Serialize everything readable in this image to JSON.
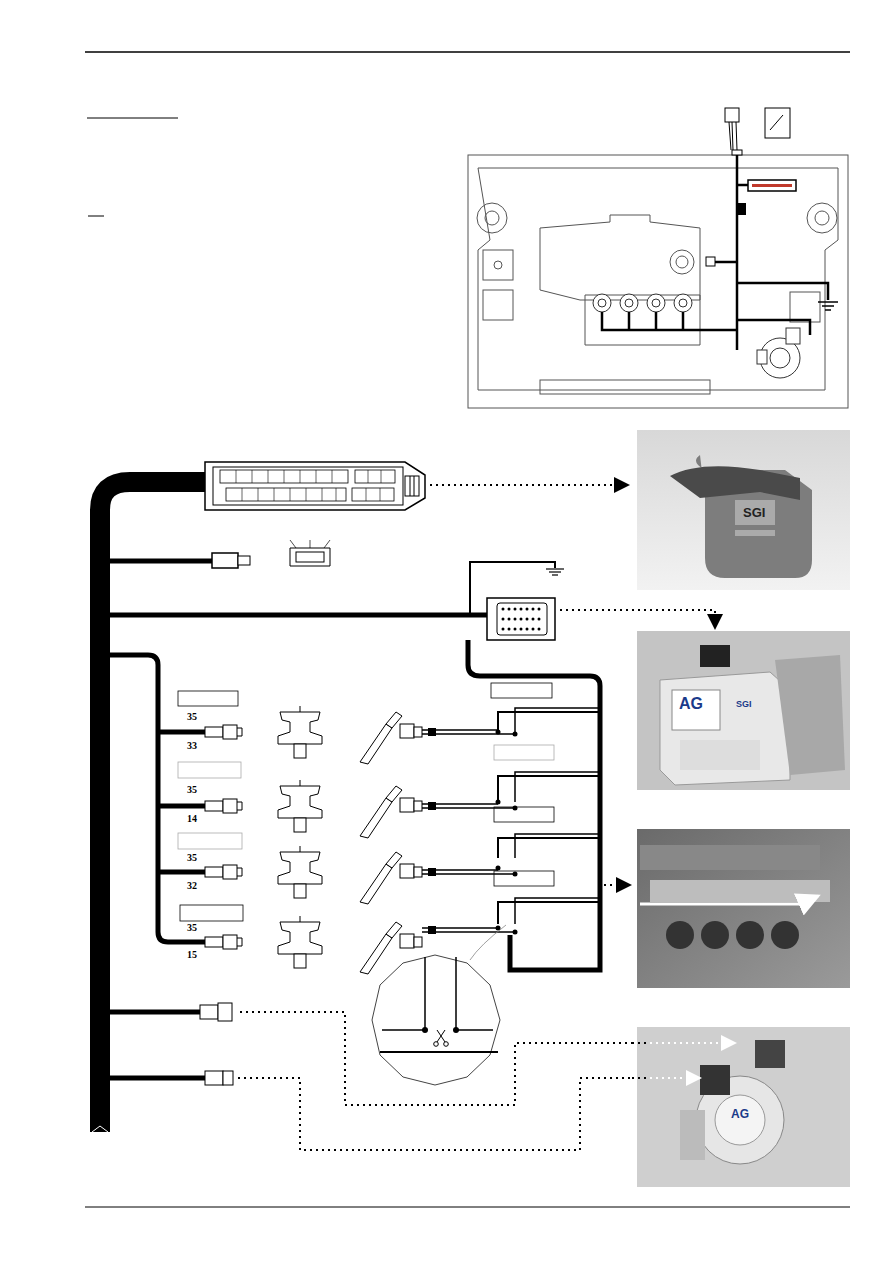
{
  "diagram": {
    "labels": [
      "35",
      "33",
      "35",
      "14",
      "35",
      "32",
      "35",
      "15",
      "SGI",
      "AG",
      "SGI",
      "AG"
    ]
  }
}
